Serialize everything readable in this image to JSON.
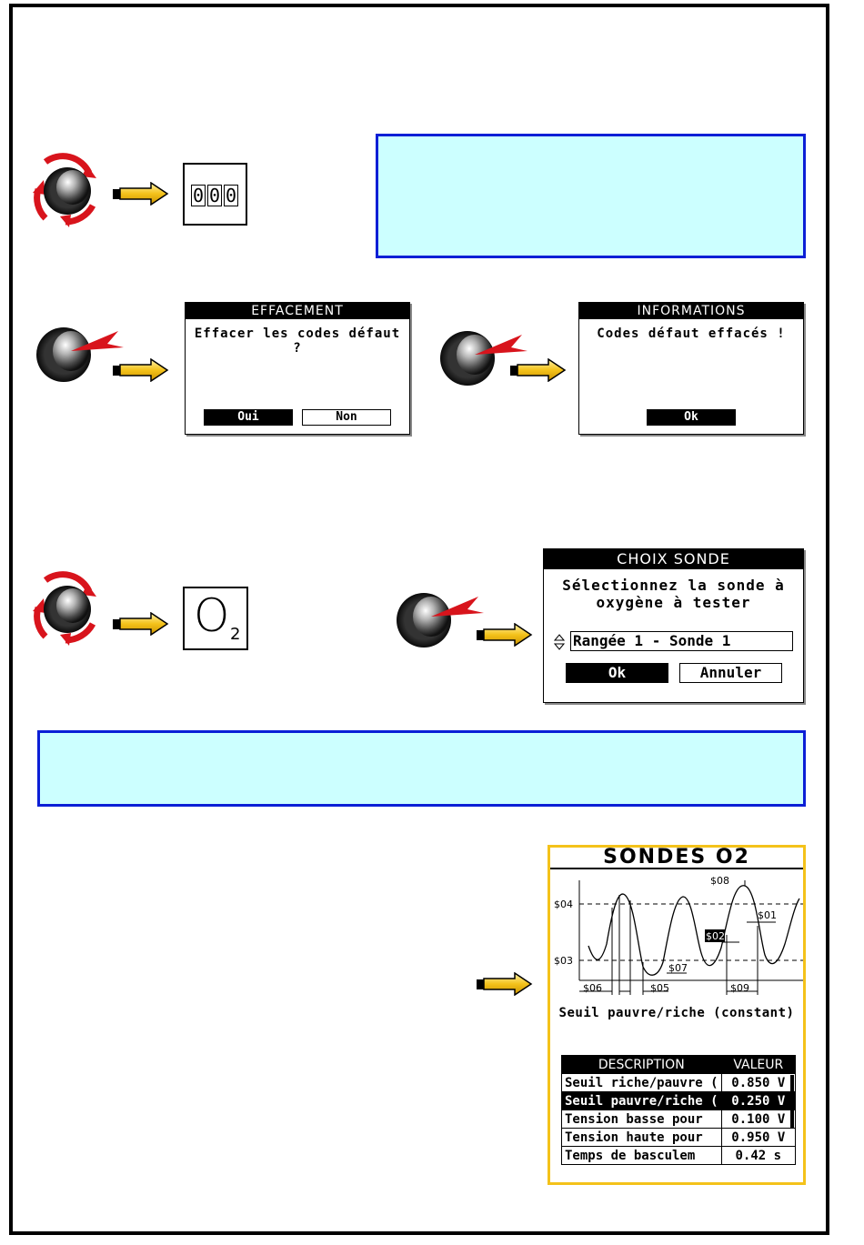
{
  "code_display": {
    "digits": [
      "0",
      "0",
      "0"
    ]
  },
  "dialog_effacement": {
    "title": "EFFACEMENT",
    "message_line1": "Effacer les codes défaut",
    "message_line2": "?",
    "yes_label": "Oui",
    "no_label": "Non"
  },
  "dialog_informations": {
    "title": "INFORMATIONS",
    "message": "Codes défaut effacés !",
    "ok_label": "Ok"
  },
  "o2_icon": {
    "letter": "O",
    "subscript": "2"
  },
  "dialog_choix_sonde": {
    "title": "CHOIX SONDE",
    "message_line1": "Sélectionnez la sonde à",
    "message_line2": "oxygène à tester",
    "selected_option": "Rangée 1 - Sonde 1",
    "ok_label": "Ok",
    "cancel_label": "Annuler"
  },
  "sondes_o2": {
    "title": "SONDES O2",
    "chart_labels": {
      "y_high": "$04",
      "y_low": "$03",
      "s08": "$08",
      "s01": "$01",
      "s02": "$02",
      "s07": "$07",
      "s06": "$06",
      "s05": "$05",
      "s09": "$09"
    },
    "caption": "Seuil pauvre/riche (constant)",
    "table": {
      "headers": [
        "DESCRIPTION",
        "VALEUR"
      ],
      "rows": [
        {
          "description": "Seuil riche/pauvre (",
          "value": "0.850 V"
        },
        {
          "description": "Seuil pauvre/riche (",
          "value": "0.250 V"
        },
        {
          "description": "Tension basse pour",
          "value": "0.100 V"
        },
        {
          "description": "Tension haute pour",
          "value": "0.950 V"
        },
        {
          "description": "Temps de basculem",
          "value": "0.42 s"
        }
      ],
      "selected_row": 1
    }
  },
  "colors": {
    "info_box_bg": "#ccffff",
    "info_box_border": "#0b1fd6",
    "arrow_fill": "#f4c21a",
    "knob_arrow": "#d8141c",
    "panel_border": "#f4c21a"
  }
}
